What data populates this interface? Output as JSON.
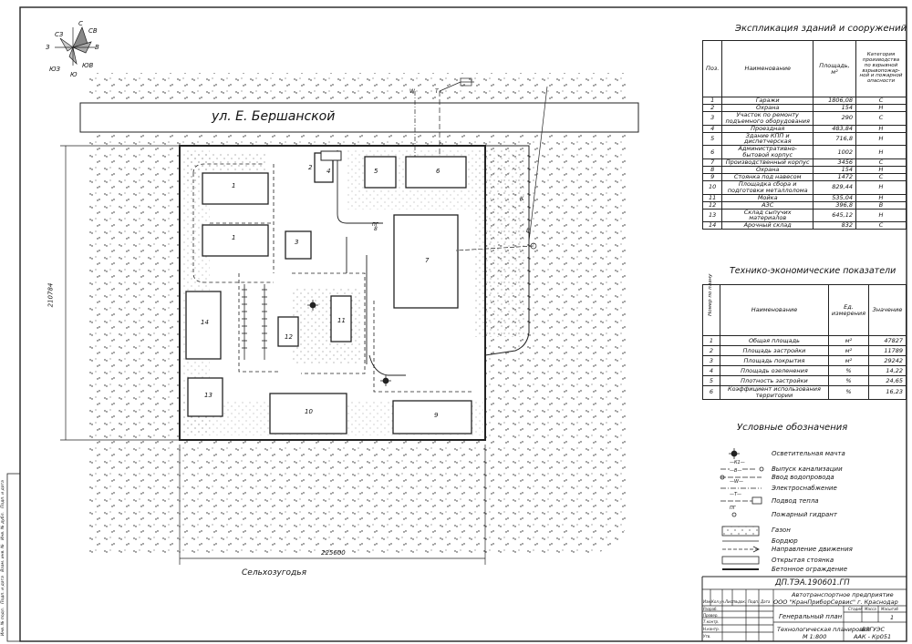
{
  "compass": {
    "labels": [
      "СЗ",
      "С",
      "СВ",
      "З",
      "В",
      "ЮЗ",
      "Ю",
      "ЮВ"
    ]
  },
  "plan": {
    "street": "ул. Е. Бершанской",
    "bottom_label": "Сельхозугодья",
    "dim_horizontal": "225600",
    "dim_vertical": "210784",
    "buildings": [
      "1",
      "1",
      "2",
      "3",
      "4",
      "5",
      "6",
      "7",
      "8",
      "9",
      "10",
      "11",
      "12",
      "13",
      "14"
    ],
    "utility_marks": [
      "W",
      "T",
      "К",
      "В",
      "ПГ"
    ]
  },
  "explication": {
    "title": "Экспликация зданий и сооружений",
    "headers": [
      "Поз.",
      "Наименование",
      "Площадь, м²",
      "Категория производства по взрывной взрывопожар-ной и пожарной опасности"
    ],
    "rows": [
      [
        "1",
        "Гаражи",
        "1806,08",
        "С"
      ],
      [
        "2",
        "Охрана",
        "154",
        "Н"
      ],
      [
        "3",
        "Участок по ремонту подъемного оборудования",
        "290",
        "С"
      ],
      [
        "4",
        "Проездная",
        "483,84",
        "Н"
      ],
      [
        "5",
        "Здание КПП и диспетчерская",
        "716,8",
        "Н"
      ],
      [
        "6",
        "Административно-бытовой корпус",
        "1002",
        "Н"
      ],
      [
        "7",
        "Производственный корпус",
        "3456",
        "С"
      ],
      [
        "8",
        "Охрана",
        "154",
        "Н"
      ],
      [
        "9",
        "Стоянка под навесом",
        "1472",
        "С"
      ],
      [
        "10",
        "Площадка сбора и подготовки металлолома",
        "829,44",
        "Н"
      ],
      [
        "11",
        "Мойка",
        "535,04",
        "Н"
      ],
      [
        "12",
        "АЗС",
        "396,8",
        "В"
      ],
      [
        "13",
        "Склад сыпучих материалов",
        "645,12",
        "Н"
      ],
      [
        "14",
        "Арочный склад",
        "832",
        "С"
      ]
    ]
  },
  "tep": {
    "title": "Технико-экономические показатели",
    "headers": [
      "Номер по плану",
      "Наименование",
      "Ед. измерения",
      "Значение"
    ],
    "rows": [
      [
        "1",
        "Общая площадь",
        "м²",
        "47827"
      ],
      [
        "2",
        "Площадь застройки",
        "м²",
        "11789"
      ],
      [
        "3",
        "Площадь покрытия",
        "м²",
        "29242"
      ],
      [
        "4",
        "Площадь озеленения",
        "%",
        "14,22"
      ],
      [
        "5",
        "Плотность застройки",
        "%",
        "24,65"
      ],
      [
        "6",
        "Коэффициент использования территории",
        "%",
        "16,23"
      ]
    ]
  },
  "legend": {
    "title": "Условные обозначения",
    "items": [
      {
        "label": "Осветительная мачта",
        "sym_text": ""
      },
      {
        "label": "Выпуск канализации",
        "sym_text": "—К1—"
      },
      {
        "label": "Ввод водопровода",
        "sym_text": "—В—"
      },
      {
        "label": "Электроснабжение",
        "sym_text": "—W—"
      },
      {
        "label": "Подвод тепла",
        "sym_text": "—Т—"
      },
      {
        "label": "Пожарный гидрант",
        "sym_text": "ПГ"
      },
      {
        "label": "Газон",
        "sym_text": ""
      },
      {
        "label": "Бордюр",
        "sym_text": ""
      },
      {
        "label": "Направление движения",
        "sym_text": ""
      },
      {
        "label": "Открытая стоянка",
        "sym_text": ""
      },
      {
        "label": "Бетонное ограждение",
        "sym_text": ""
      }
    ]
  },
  "stamp": {
    "code": "ДП.ТЭА.190601.ГП",
    "org_line1": "Автотранспортное предприятие",
    "org_line2": "ООО \"КранПриборСервис\" г. Краснодар",
    "sheet_name": "Генеральный план",
    "drawing_name": "Технологическая планировка",
    "scale": "М 1:800",
    "university": "ВРГУЭС",
    "group": "ААК - Кр051",
    "sheet_no": "1",
    "head_cells": [
      "Изм.",
      "Кол.уч.",
      "Лист",
      "№док.",
      "Подп.",
      "Дата"
    ],
    "roles": [
      "Разраб.",
      "Провер.",
      "Т.контр.",
      "Н.контр.",
      "Утв."
    ],
    "stage_head": [
      "Стадия",
      "Масса",
      "Масштаб"
    ]
  },
  "side_strip": {
    "labels": [
      "Инв. № подл.",
      "Подп. и дата",
      "Взам. инв. №",
      "Инв. № дубл.",
      "Подп. и дата"
    ]
  }
}
